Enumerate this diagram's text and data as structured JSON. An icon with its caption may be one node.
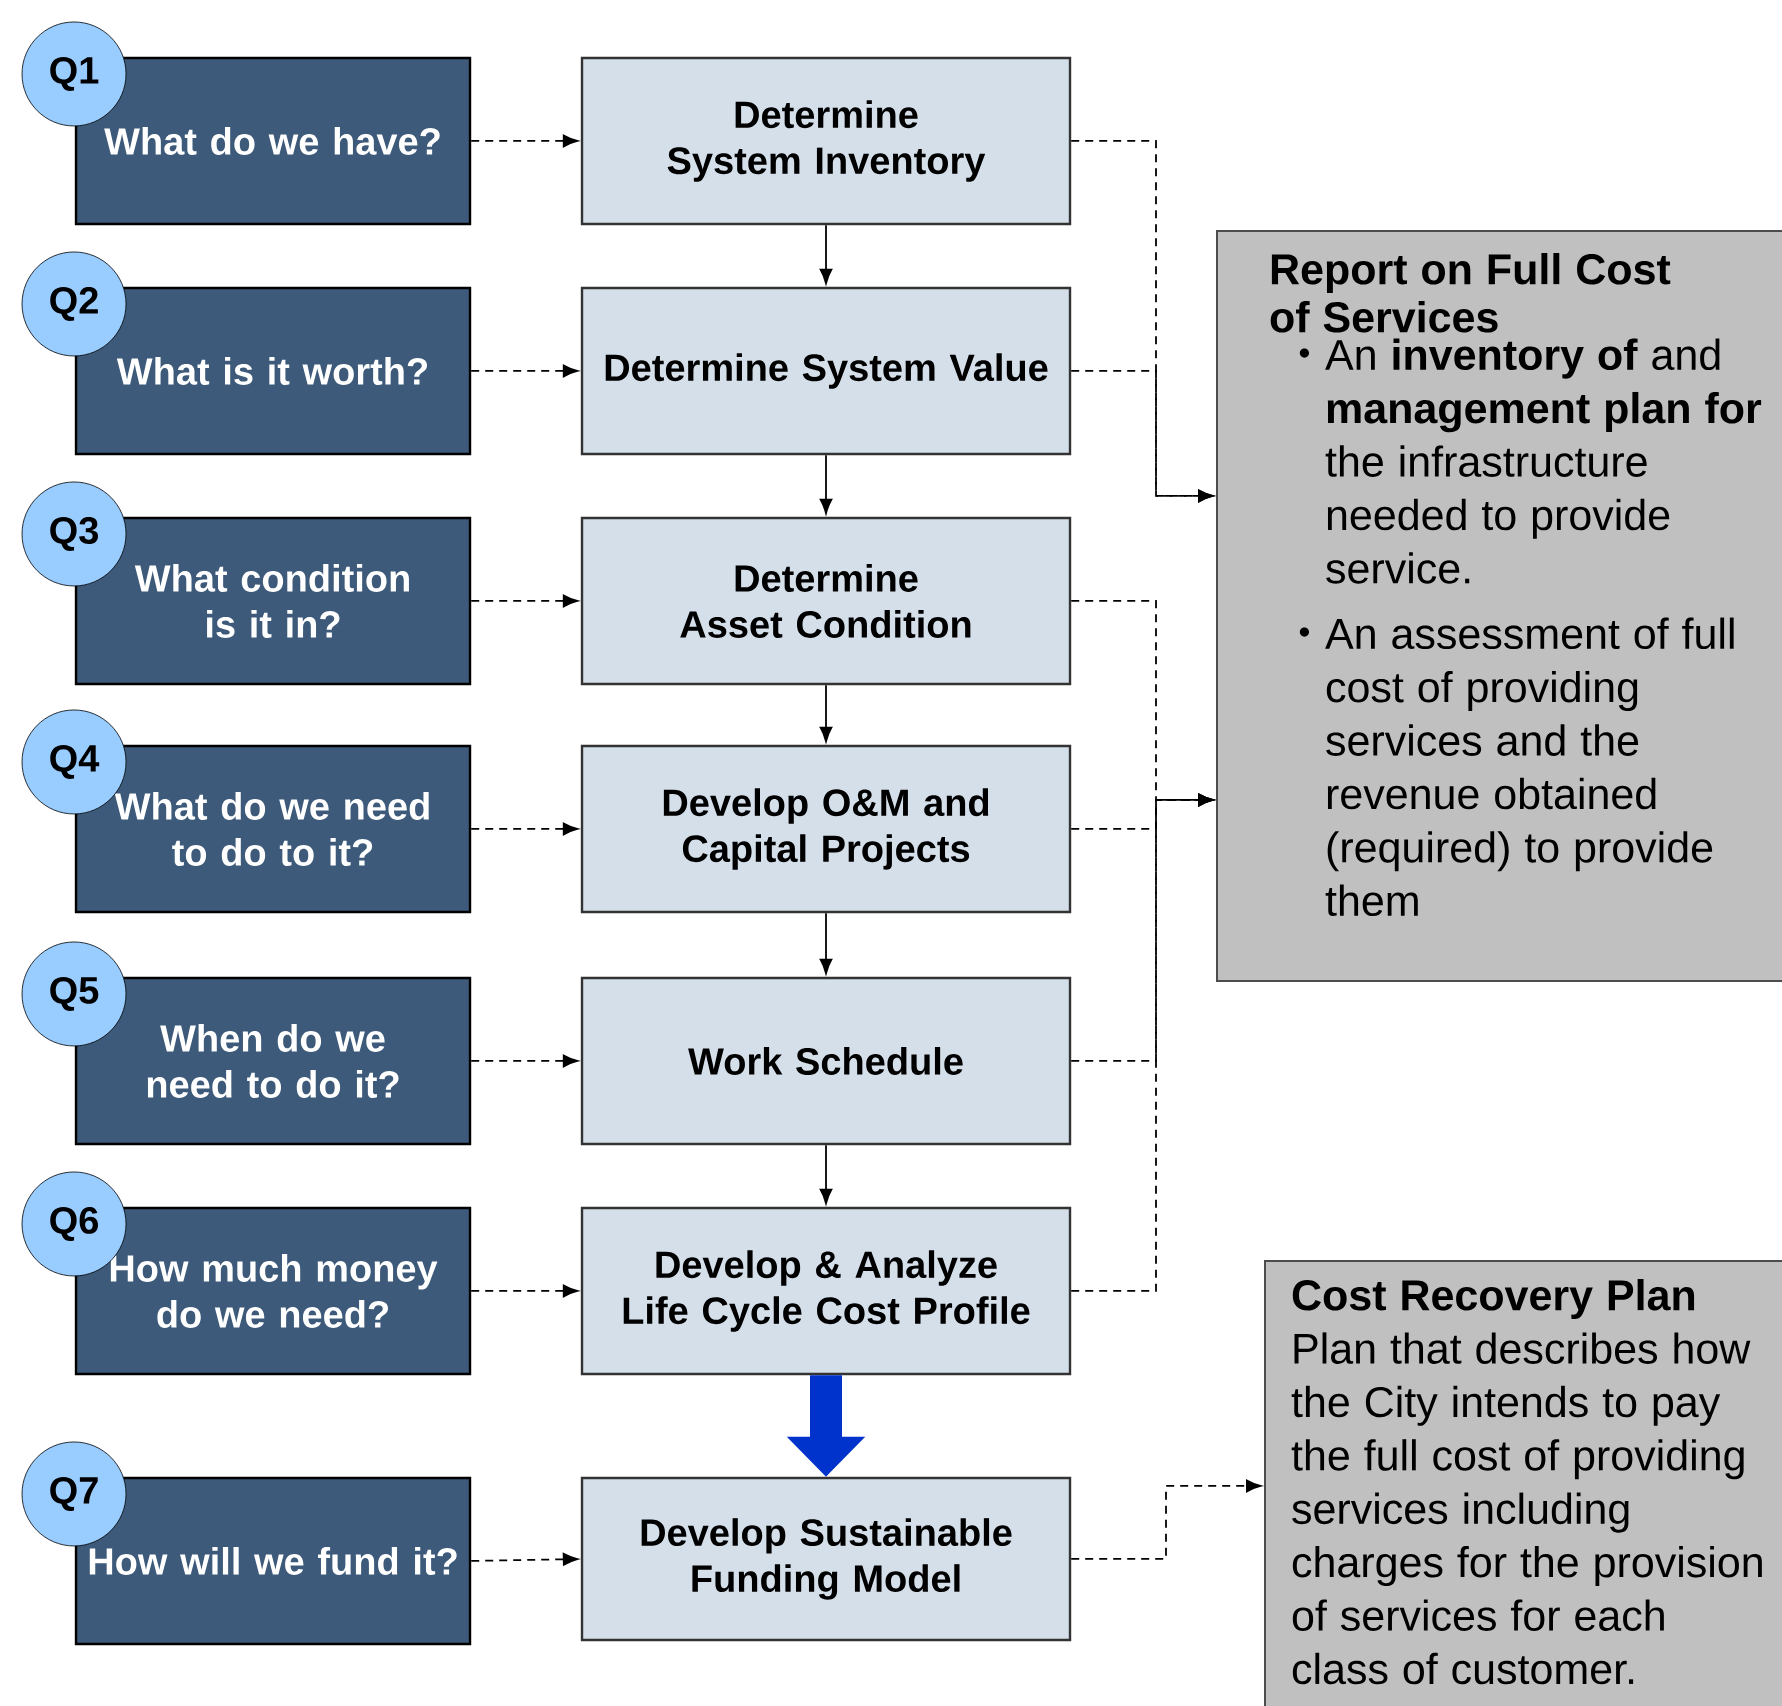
{
  "diagram": {
    "nodes": [
      {
        "text": [
          "Q1"
        ]
      },
      {
        "text": [
          "What do we have?"
        ]
      },
      {
        "text": [
          "Determine System Inventory"
        ]
      },
      {
        "text": [
          "Q2"
        ]
      },
      {
        "text": [
          "What is it worth?"
        ]
      },
      {
        "text": [
          "Determine System Value"
        ]
      },
      {
        "text": [
          "Q3"
        ]
      },
      {
        "text": [
          "What condition is it in?"
        ]
      },
      {
        "text": [
          "Determine Asset Condition"
        ]
      },
      {
        "text": [
          "Q4"
        ]
      },
      {
        "text": [
          "What do we need to do to it?"
        ]
      },
      {
        "text": [
          "Develop O&M and Capital Projects"
        ]
      },
      {
        "text": [
          "Q5"
        ]
      },
      {
        "text": [
          "When do we need to do it?"
        ]
      },
      {
        "text": [
          "Work Schedule"
        ]
      },
      {
        "text": [
          "Q6"
        ]
      },
      {
        "text": [
          "How much money do we need?"
        ]
      },
      {
        "text": [
          "Develop & Analyze Life Cycle Cost Profile"
        ]
      },
      {
        "text": [
          "Q7"
        ]
      },
      {
        "text": [
          "How will we fund it?"
        ]
      },
      {
        "text": [
          "Develop Sustainable Funding Model"
        ]
      },
      {
        "text": [
          "Report on Full Cost of Services",
          "An **inventory of** and **management plan for** the infrastructure needed to provide service.",
          "An assessment of full cost of providing services and the revenue obtained (required) to provide them"
        ]
      },
      {
        "text": [
          "Cost Recovery Plan",
          "Plan that describes how the City intends to pay the full cost of providing services including charges for the provision of services for each class of customer."
        ]
      }
    ],
    "edges": [
      {
        "from": 1,
        "to": 2,
        "arrow": "to",
        "style": "dashed"
      },
      {
        "from": 4,
        "to": 5,
        "arrow": "to",
        "style": "dashed"
      },
      {
        "from": 7,
        "to": 8,
        "arrow": "to",
        "style": "dashed"
      },
      {
        "from": 10,
        "to": 11,
        "arrow": "to",
        "style": "dashed"
      },
      {
        "from": 13,
        "to": 14,
        "arrow": "to",
        "style": "dashed"
      },
      {
        "from": 16,
        "to": 17,
        "arrow": "to",
        "style": "dashed"
      },
      {
        "from": 19,
        "to": 20,
        "arrow": "to",
        "style": "dashed"
      },
      {
        "from": 2,
        "to": 5,
        "arrow": "to"
      },
      {
        "from": 5,
        "to": 8,
        "arrow": "to"
      },
      {
        "from": 8,
        "to": 11,
        "arrow": "to"
      },
      {
        "from": 11,
        "to": 14,
        "arrow": "to"
      },
      {
        "from": 14,
        "to": 17,
        "arrow": "to"
      },
      {
        "from": 17,
        "to": 20,
        "arrow": "to",
        "style": "thick",
        "color": "#0033cc"
      },
      {
        "from": 2,
        "to": 21,
        "arrow": "to",
        "style": "dashed"
      },
      {
        "from": 5,
        "to": 21,
        "arrow": "to",
        "style": "dashed"
      },
      {
        "from": 8,
        "to": 21,
        "arrow": "to",
        "style": "dashed"
      },
      {
        "from": 11,
        "to": 21,
        "arrow": "to",
        "style": "dashed"
      },
      {
        "from": 14,
        "to": 21,
        "arrow": "to",
        "style": "dashed"
      },
      {
        "from": 17,
        "to": 21,
        "arrow": "to",
        "style": "dashed"
      },
      {
        "from": 20,
        "to": 22,
        "arrow": "to",
        "style": "dashed"
      }
    ]
  }
}
